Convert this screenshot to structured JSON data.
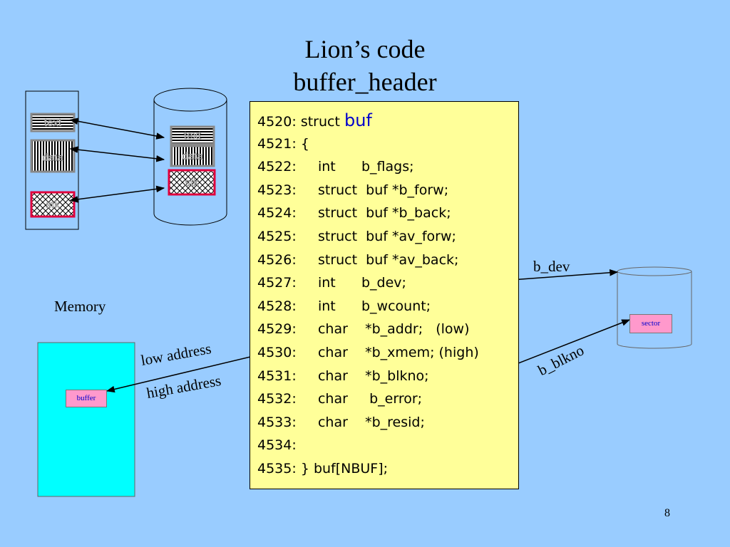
{
  "title": {
    "line1": "Lion’s code",
    "line2": "buffer_header"
  },
  "code": [
    {
      "num": "4520:",
      "text": "struct ",
      "highlight": "buf"
    },
    {
      "num": "4521:",
      "text": "{"
    },
    {
      "num": "4522:",
      "text": "    int      b_flags;"
    },
    {
      "num": "4523:",
      "text": "    struct  buf *b_forw;"
    },
    {
      "num": "4524:",
      "text": "    struct  buf *b_back;"
    },
    {
      "num": "4525:",
      "text": "    struct  buf *av_forw;"
    },
    {
      "num": "4526:",
      "text": "    struct  buf *av_back;"
    },
    {
      "num": "4527:",
      "text": "    int      b_dev;"
    },
    {
      "num": "4528:",
      "text": "    int      b_wcount;"
    },
    {
      "num": "4529:",
      "text": "    char    *b_addr;   (low)"
    },
    {
      "num": "4530:",
      "text": "    char    *b_xmem; (high)"
    },
    {
      "num": "4531:",
      "text": "    char    *b_blkno;"
    },
    {
      "num": "4532:",
      "text": "    char     b_error;"
    },
    {
      "num": "4533:",
      "text": "    char    *b_resid;"
    },
    {
      "num": "4534:",
      "text": ""
    },
    {
      "num": "4535:",
      "text": "} buf[NBUF];"
    }
  ],
  "labels": {
    "memory": "Memory",
    "low_address": "low address",
    "high_address": "high address",
    "b_dev": "b_dev",
    "b_blkno": "b_blkno",
    "buffer": "buffer",
    "sector": "sector"
  },
  "segments": {
    "text": "text",
    "data": "data",
    "stack": "stk"
  },
  "colors": {
    "background": "#99ccff",
    "code_box": "#ffff99",
    "memory_block": "#00ffff",
    "tag_fill": "#ff99cc",
    "highlight_border": "#e0003c",
    "struct_name": "#0000cc"
  },
  "page_number": "8"
}
